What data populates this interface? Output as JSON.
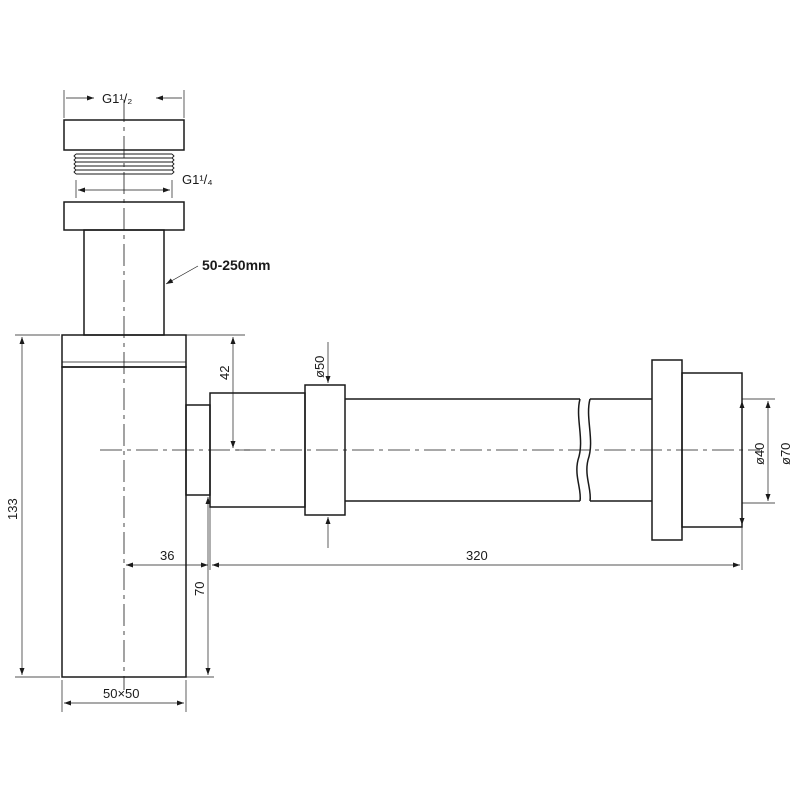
{
  "labels": {
    "thread_top": "G1¹/₂",
    "thread_inner": "G1¹/₄",
    "adjust_range": "50-250mm",
    "height_total": "133",
    "height_outlet": "42",
    "outlet_offset": "36",
    "outlet_bottom": "70",
    "pipe_length": "320",
    "body_section": "50×50",
    "dia_nut": "ø50",
    "dia_pipe_inner": "ø40",
    "dia_flange": "ø70"
  }
}
